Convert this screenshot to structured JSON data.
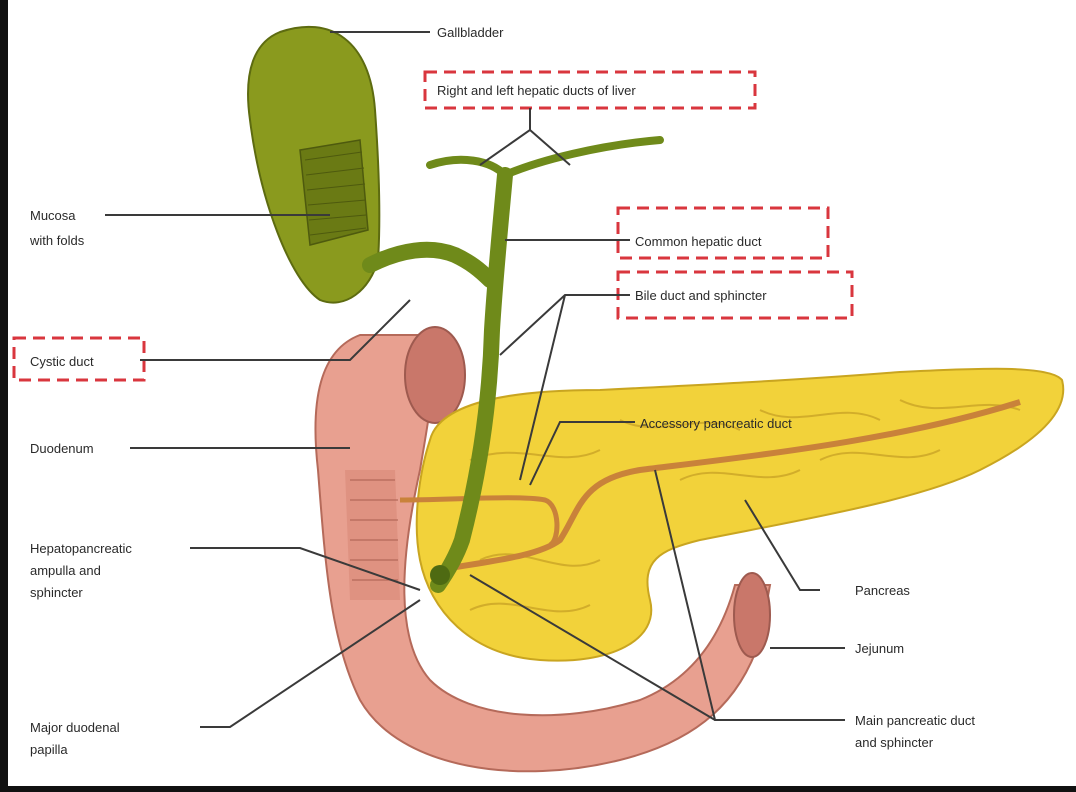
{
  "labels": {
    "gallbladder": "Gallbladder",
    "hepatic_ducts": "Right and left hepatic ducts of liver",
    "mucosa_line1": "Mucosa",
    "mucosa_line2": "with folds",
    "common_hepatic": "Common hepatic duct",
    "bile_duct": "Bile duct and sphincter",
    "cystic_duct": "Cystic duct",
    "accessory_duct": "Accessory pancreatic duct",
    "duodenum": "Duodenum",
    "hp_line1": "Hepatopancreatic",
    "hp_line2": "ampulla and",
    "hp_line3": "sphincter",
    "pancreas": "Pancreas",
    "jejunum": "Jejunum",
    "major_line1": "Major duodenal",
    "major_line2": "papilla",
    "main_line1": "Main pancreatic duct",
    "main_line2": "and sphincter"
  },
  "colors": {
    "gallbladder": "#8a9a1e",
    "duct": "#6f8a1a",
    "pancreas": "#f2d23a",
    "duodenum": "#e8a090",
    "highlight": "#d9363e"
  }
}
